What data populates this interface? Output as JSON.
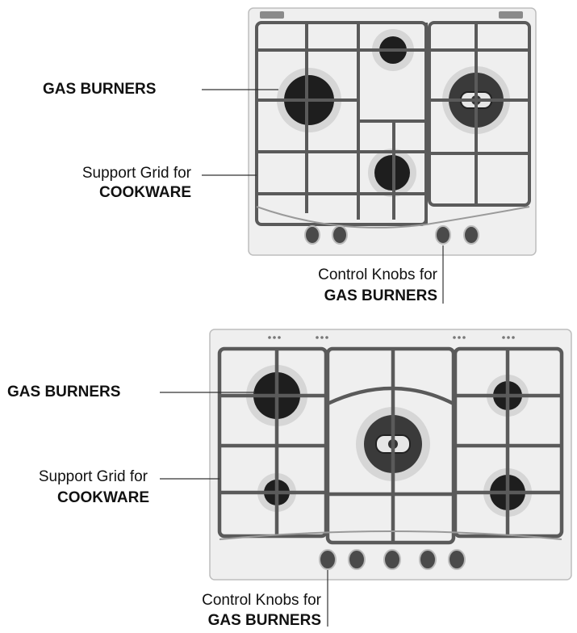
{
  "diagram_top": {
    "burner_label": "GAS BURNERS",
    "grid_label_line1": "Support Grid for",
    "grid_label_line2": "COOKWARE",
    "knobs_label_line1": "Control Knobs for",
    "knobs_label_line2": "GAS BURNERS"
  },
  "diagram_bottom": {
    "burner_label": "GAS BURNERS",
    "grid_label_line1": "Support Grid for",
    "grid_label_line2": "COOKWARE",
    "knobs_label_line1": "Control Knobs for",
    "knobs_label_line2": "GAS BURNERS"
  },
  "colors": {
    "panel": "#efefef",
    "panel_edge": "#bdbdbd",
    "grid": "#5a5a5a",
    "burner": "#1e1e1e",
    "burner_ring": "#d6d6d6",
    "knob": "#4a4a4a"
  }
}
